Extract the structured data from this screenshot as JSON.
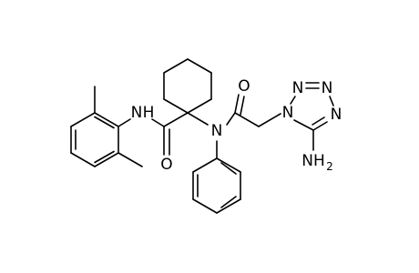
{
  "molecule": {
    "atom_labels": {
      "amide_nh_N": "N",
      "amide_nh_H": "H",
      "carbonyl_O_left": "O",
      "tertiary_N": "N",
      "carbonyl_O_right": "O",
      "tetrazole_N1": "N",
      "tetrazole_N2": "N",
      "tetrazole_N3": "N",
      "tetrazole_N4": "N",
      "amine_N": "NH",
      "amine_sub": "2"
    }
  }
}
